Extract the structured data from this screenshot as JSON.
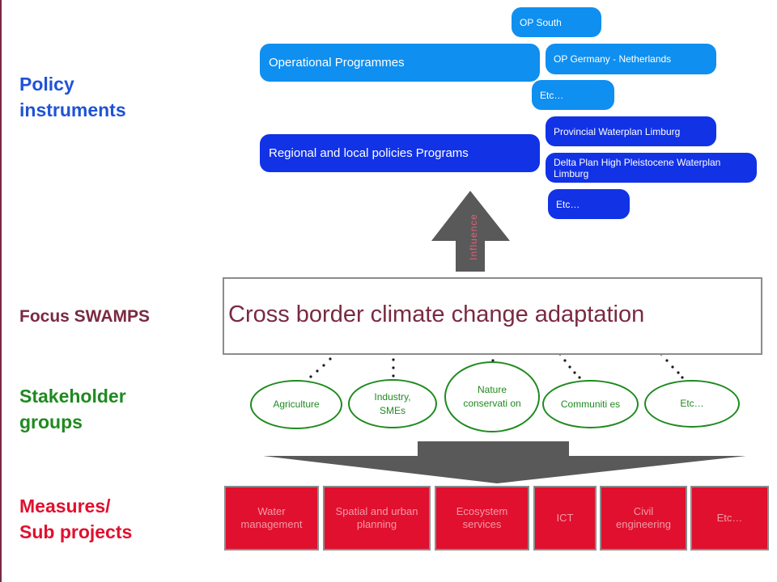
{
  "side_labels": {
    "policy": "Policy\ninstruments",
    "focus": "Focus SWAMPS",
    "stakeholders": "Stakeholder\ngroups",
    "measures": "Measures/\nSub projects"
  },
  "policy_instruments": {
    "operational": {
      "label": "Operational Programmes",
      "items": [
        "OP South",
        "OP Germany - Netherlands",
        "Etc…"
      ]
    },
    "regional": {
      "label": "Regional and local policies Programs",
      "items": [
        "Provincial Waterplan Limburg",
        "Delta Plan High Pleistocene Waterplan Limburg",
        "Etc…"
      ]
    }
  },
  "influence_label": "Influence",
  "focus_title": "Cross border climate change adaptation",
  "stakeholder_groups": [
    "Agriculture",
    "Industry, SMEs",
    "Nature conservati on",
    "Communiti es",
    "Etc…"
  ],
  "measures": [
    "Water management",
    "Spatial and urban planning",
    "Ecosystem services",
    "ICT",
    "Civil engineering",
    "Etc…"
  ],
  "colors": {
    "policy_light": "#0f8ff0",
    "policy_dark": "#1232e6",
    "focus": "#7a2a42",
    "stakeholder": "#1f8a1f",
    "measure": "#e0102e",
    "arrow": "#595959"
  }
}
